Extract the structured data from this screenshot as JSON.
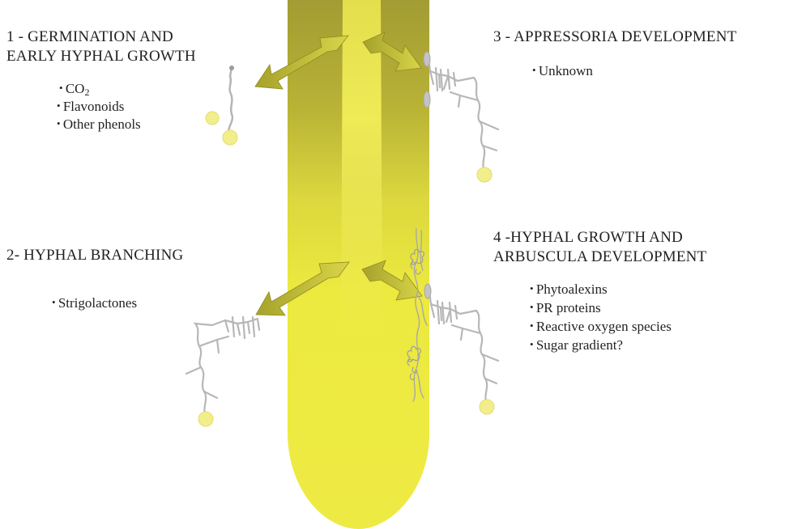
{
  "panels": [
    {
      "id": "germination",
      "heading_line1": "1 - GERMINATION AND",
      "heading_line2": "EARLY HYPHAL GROWTH",
      "factors": [
        "CO",
        "Flavonoids",
        "Other phenols"
      ],
      "co2_subscript": "2"
    },
    {
      "id": "appressoria",
      "heading_line1": "3 - APPRESSORIA DEVELOPMENT",
      "factors": [
        "Unknown"
      ]
    },
    {
      "id": "branching",
      "heading_line1": "2- HYPHAL BRANCHING",
      "factors": [
        "Strigolactones"
      ]
    },
    {
      "id": "arbuscula",
      "heading_line1": "4 -HYPHAL GROWTH AND",
      "heading_line2": "ARBUSCULA DEVELOPMENT",
      "factors": [
        "Phytoalexins",
        "PR proteins",
        "Reactive oxygen species",
        "Sugar gradient?"
      ]
    }
  ],
  "colors": {
    "root_dark": "#a9a337",
    "root_light": "#eeea3c",
    "root_center": "#f4f061",
    "arrow": "#b7b32a",
    "hypha": "#b5b5b5",
    "spore": "#f3ee8c",
    "text": "#231f20"
  }
}
